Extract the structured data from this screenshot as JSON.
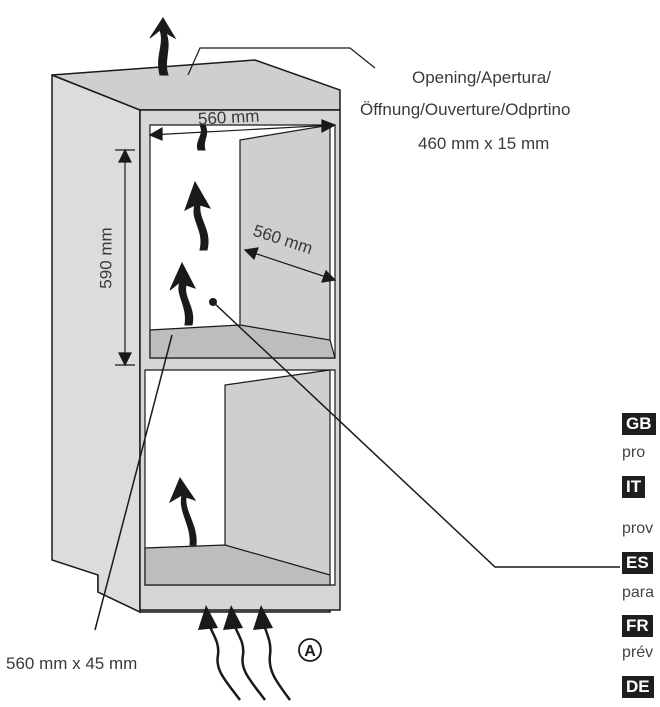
{
  "diagram": {
    "opening_label_line1": "Opening/Apertura/",
    "opening_label_line2": "Öffnung/Ouverture/Odprtino",
    "opening_size": "460 mm x 15 mm",
    "width_top": "560 mm",
    "height_upper": "590 mm",
    "depth": "560 mm",
    "bottom_opening": "560 mm x 45 mm",
    "marker": "A"
  },
  "languages": [
    {
      "code": "GB",
      "text": "pro"
    },
    {
      "code": "IT",
      "text": "prov"
    },
    {
      "code": "ES",
      "text": "para"
    },
    {
      "code": "FR",
      "text": "prév"
    },
    {
      "code": "DE",
      "text": ""
    }
  ],
  "colors": {
    "cabinet_fill": "#d3d3d3",
    "cabinet_dark": "#bdbdbd",
    "outline": "#1a1a1a",
    "badge_bg": "#1e1e1e"
  }
}
